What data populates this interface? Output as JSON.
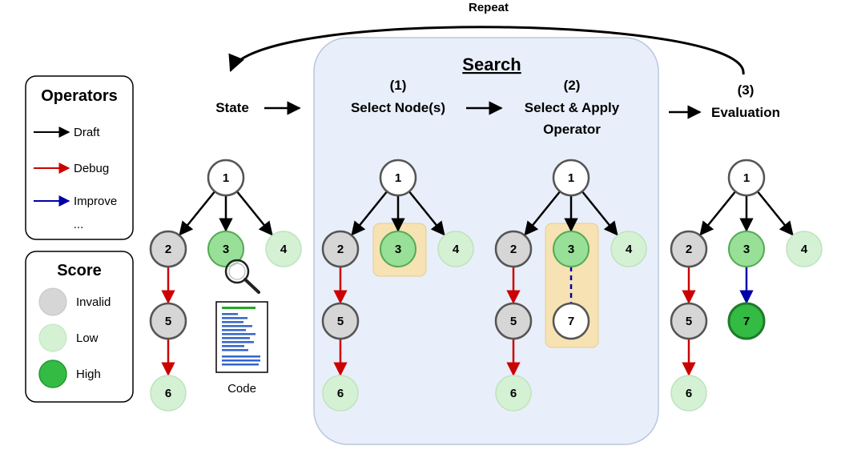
{
  "repeat_label": "Repeat",
  "operators_legend": {
    "title": "Operators",
    "items": [
      {
        "label": "Draft",
        "color": "#000000"
      },
      {
        "label": "Debug",
        "color": "#cc0000"
      },
      {
        "label": "Improve",
        "color": "#0000aa"
      }
    ],
    "more": "..."
  },
  "score_legend": {
    "title": "Score",
    "items": [
      {
        "label": "Invalid",
        "color": "#d6d6d6"
      },
      {
        "label": "Low",
        "color": "#d4f1d4"
      },
      {
        "label": "High",
        "color": "#33bb44"
      }
    ]
  },
  "state_label": "State",
  "search_title": "Search",
  "step1": {
    "number": "(1)",
    "label": "Select Node(s)"
  },
  "step2": {
    "number": "(2)",
    "label_line1": "Select & Apply",
    "label_line2": "Operator"
  },
  "step3": {
    "number": "(3)",
    "label": "Evaluation"
  },
  "code_label": "Code",
  "colors": {
    "invalid": "#d6d6d6",
    "low": "#d4f1d4",
    "mid": "#98e098",
    "high": "#33bb44",
    "white": "#ffffff",
    "search_bg": "#e8effa",
    "highlight": "#f6e2b3",
    "debug": "#cc0000",
    "improve": "#0000aa"
  },
  "trees": [
    {
      "name": "state-tree",
      "nodes": [
        {
          "id": "1",
          "score": "white"
        },
        {
          "id": "2",
          "score": "invalid"
        },
        {
          "id": "3",
          "score": "mid"
        },
        {
          "id": "4",
          "score": "low"
        },
        {
          "id": "5",
          "score": "invalid"
        },
        {
          "id": "6",
          "score": "low"
        }
      ]
    },
    {
      "name": "select-tree",
      "nodes": [
        {
          "id": "1",
          "score": "white"
        },
        {
          "id": "2",
          "score": "invalid"
        },
        {
          "id": "3",
          "score": "mid"
        },
        {
          "id": "4",
          "score": "low"
        },
        {
          "id": "5",
          "score": "invalid"
        },
        {
          "id": "6",
          "score": "low"
        }
      ]
    },
    {
      "name": "apply-tree",
      "nodes": [
        {
          "id": "1",
          "score": "white"
        },
        {
          "id": "2",
          "score": "invalid"
        },
        {
          "id": "3",
          "score": "mid"
        },
        {
          "id": "4",
          "score": "low"
        },
        {
          "id": "5",
          "score": "invalid"
        },
        {
          "id": "6",
          "score": "low"
        },
        {
          "id": "7",
          "score": "white"
        }
      ]
    },
    {
      "name": "eval-tree",
      "nodes": [
        {
          "id": "1",
          "score": "white"
        },
        {
          "id": "2",
          "score": "invalid"
        },
        {
          "id": "3",
          "score": "mid"
        },
        {
          "id": "4",
          "score": "low"
        },
        {
          "id": "5",
          "score": "invalid"
        },
        {
          "id": "6",
          "score": "low"
        },
        {
          "id": "7",
          "score": "high"
        }
      ]
    }
  ]
}
